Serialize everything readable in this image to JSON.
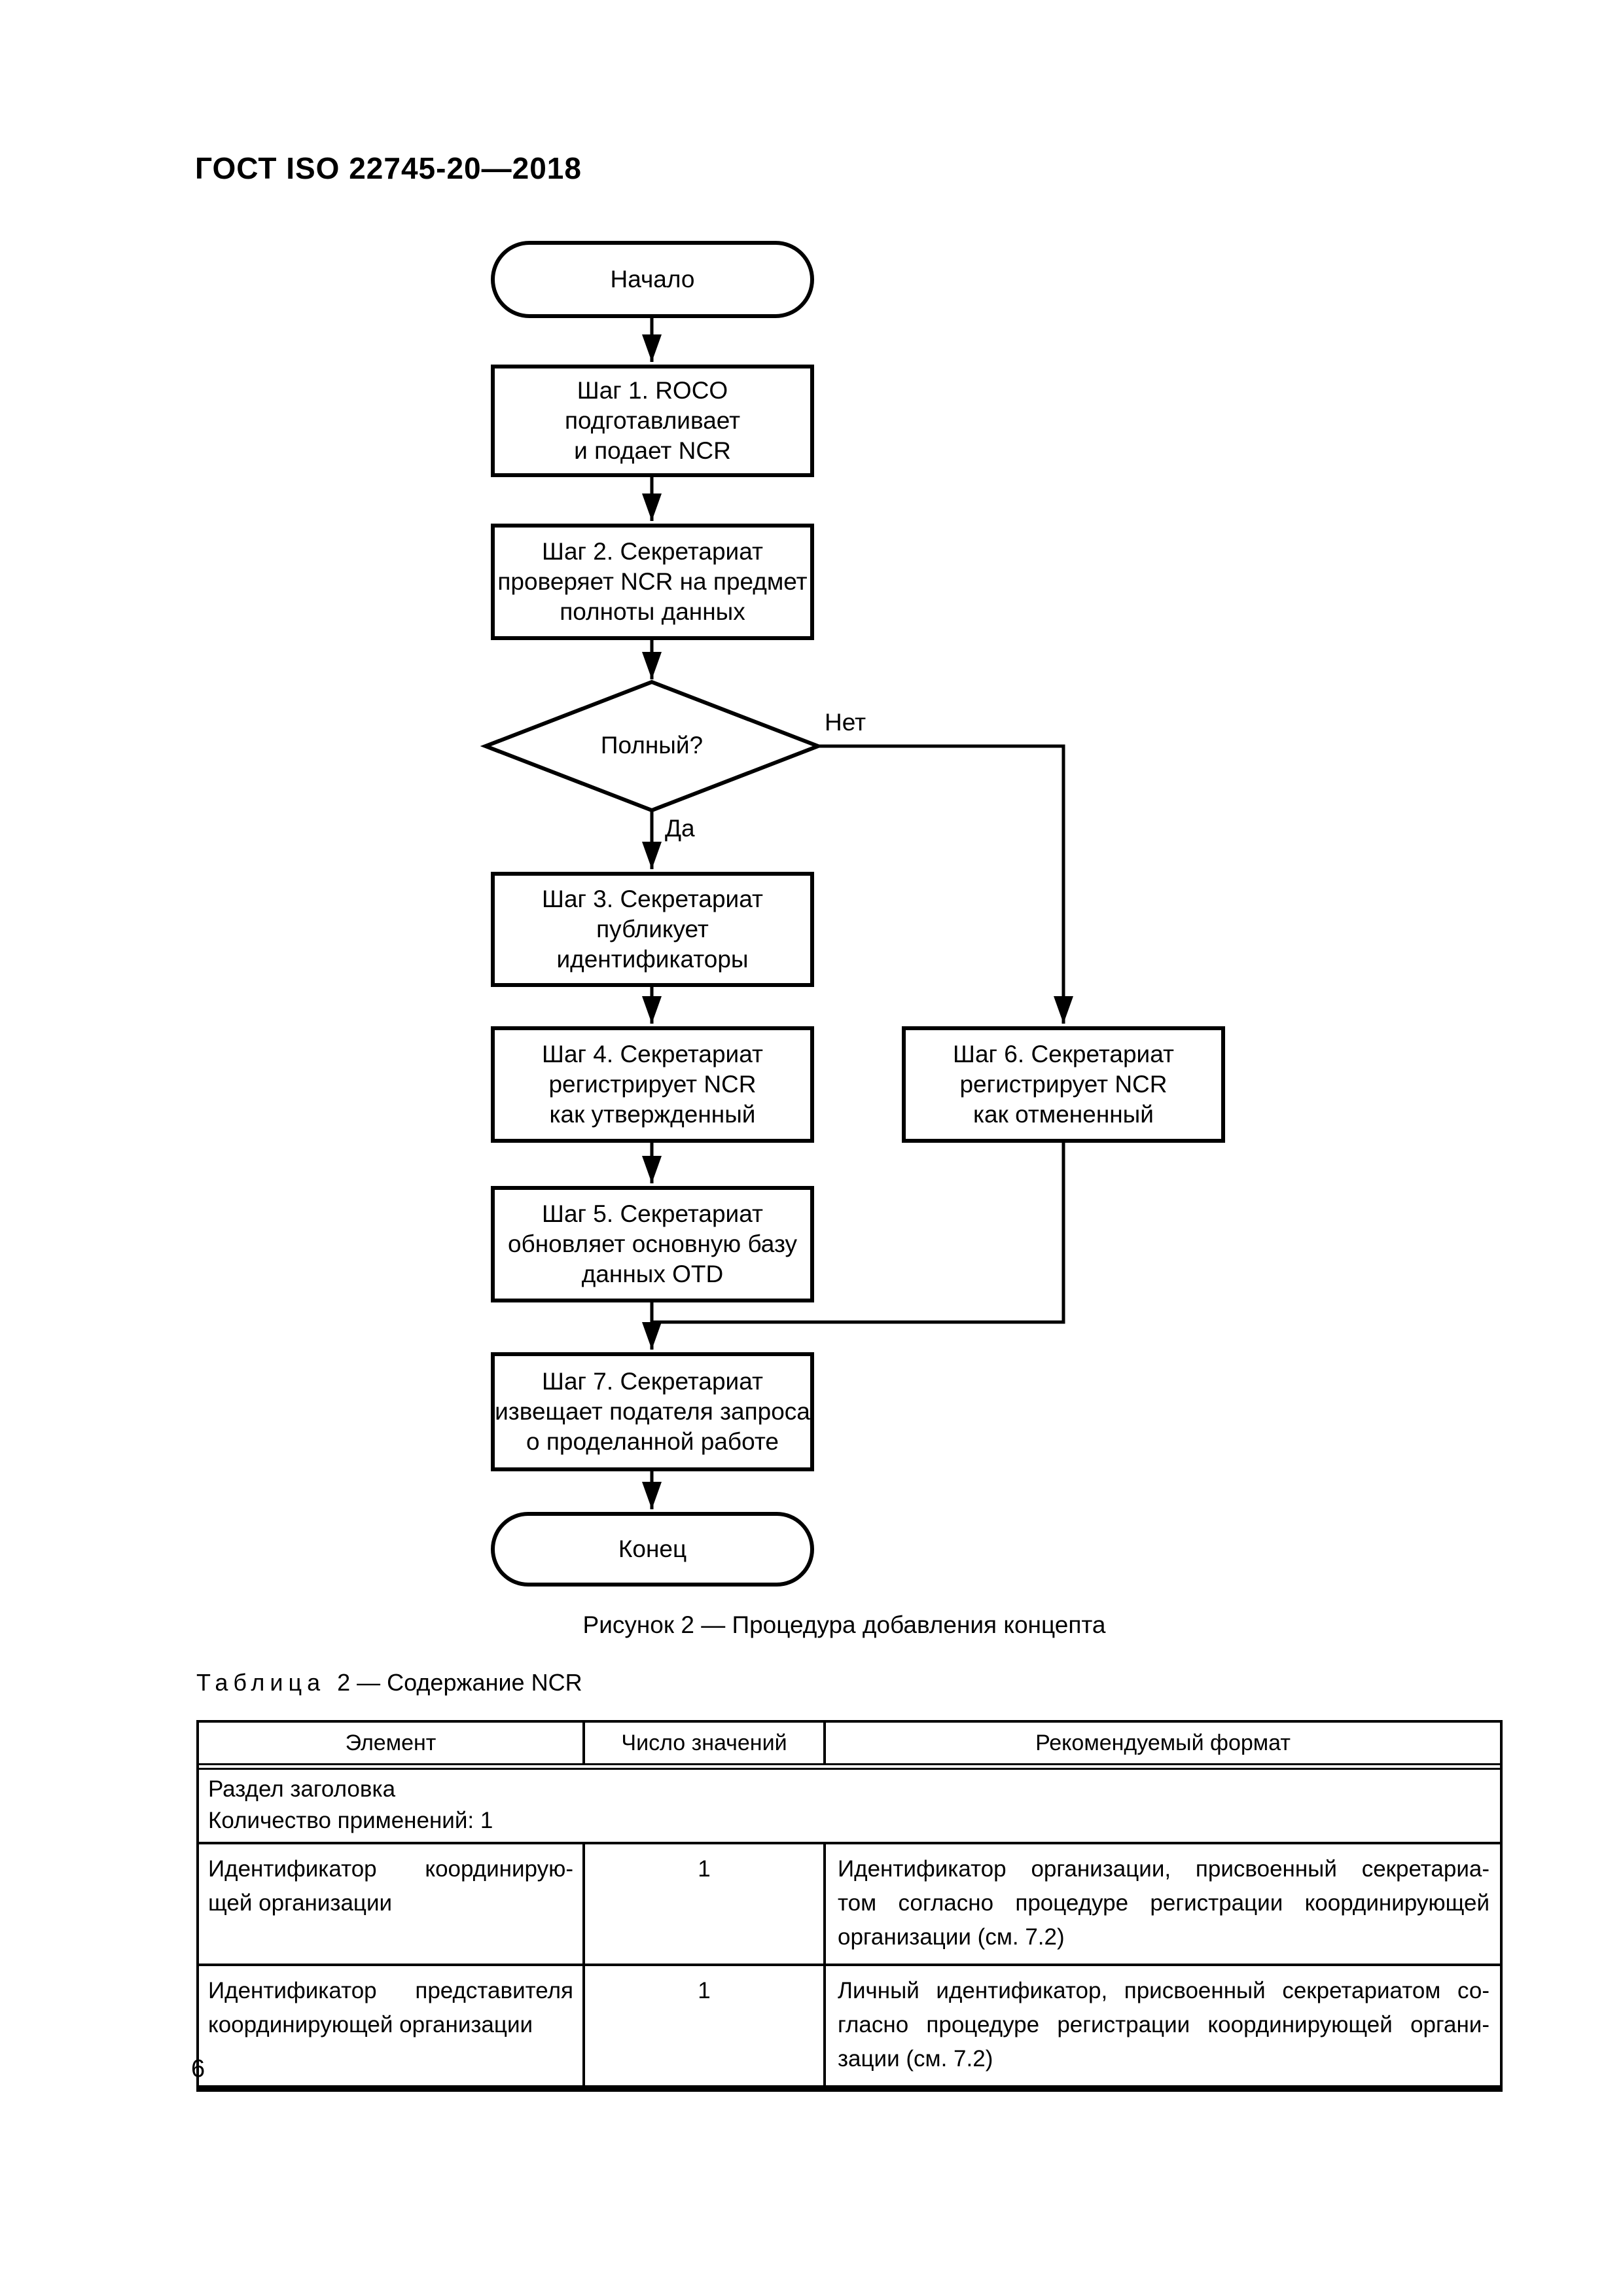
{
  "colors": {
    "ink": "#000000",
    "paper": "#ffffff"
  },
  "page": {
    "header": "ГОСТ ISO 22745-20—2018",
    "page_number": "6"
  },
  "flowchart": {
    "start": "Начало",
    "step1": "Шаг 1. ROCO\nподготавливает\nи подает NCR",
    "step2": "Шаг 2. Секретариат\nпроверяет NCR на предмет\nполноты данных",
    "decision": "Полный?",
    "label_no": "Нет",
    "label_yes": "Да",
    "step3": "Шаг 3. Секретариат\nпубликует\nидентификаторы",
    "step4": "Шаг 4. Секретариат\nрегистрирует NCR\nкак утвержденный",
    "step6": "Шаг 6. Секретариат\nрегистрирует NCR\nкак отмененный",
    "step5": "Шаг 5. Секретариат\nобновляет основную базу\nданных OTD",
    "step7": "Шаг 7. Секретариат\nизвещает подателя запроса\nо проделанной работе",
    "end": "Конец",
    "caption": "Рисунок 2 — Процедура добавления концепта"
  },
  "table": {
    "title_word": "Таблица",
    "title_rest": "2 — Содержание NCR",
    "headers": [
      "Элемент",
      "Число значений",
      "Рекомендуемый формат"
    ],
    "section_row": "Раздел заголовка\nКоличество применений: 1",
    "rows": [
      {
        "element": "Идентификатор координирую-\nщей организации",
        "count": "1",
        "format": "Идентификатор организации, присвоенный секретариа-\nтом согласно процедуре регистрации координирующей\nорганизации (см. 7.2)"
      },
      {
        "element": "Идентификатор представителя\nкоординирующей организации",
        "count": "1",
        "format": "Личный идентификатор, присвоенный секретариатом со-\nгласно процедуре регистрации координирующей органи-\nзации (см. 7.2)"
      }
    ]
  }
}
